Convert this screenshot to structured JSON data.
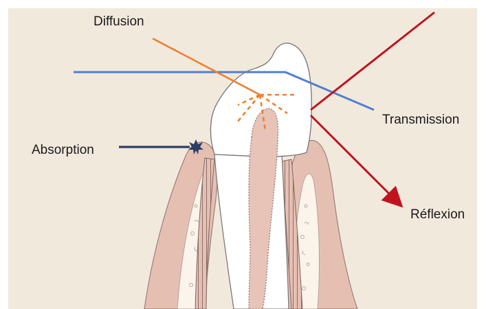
{
  "labels": {
    "diffusion": "Diffusion",
    "transmission": "Transmission",
    "absorption": "Absorption",
    "reflexion": "Réflexion"
  },
  "colors": {
    "background": "#f2e9dd",
    "gum": "#e6bfb3",
    "gum_stroke": "#9a7f78",
    "enamel": "#ffffff",
    "dentin_pulp": "#e8c3b7",
    "diffusion_ray": "#f07f2e",
    "transmission_ray": "#4f7fd0",
    "reflexion_ray": "#c1121f",
    "absorption_ray": "#2c3e66"
  },
  "icons": {
    "absorption_marker": "star-burst-icon",
    "reflexion_arrow": "arrowhead-icon"
  }
}
